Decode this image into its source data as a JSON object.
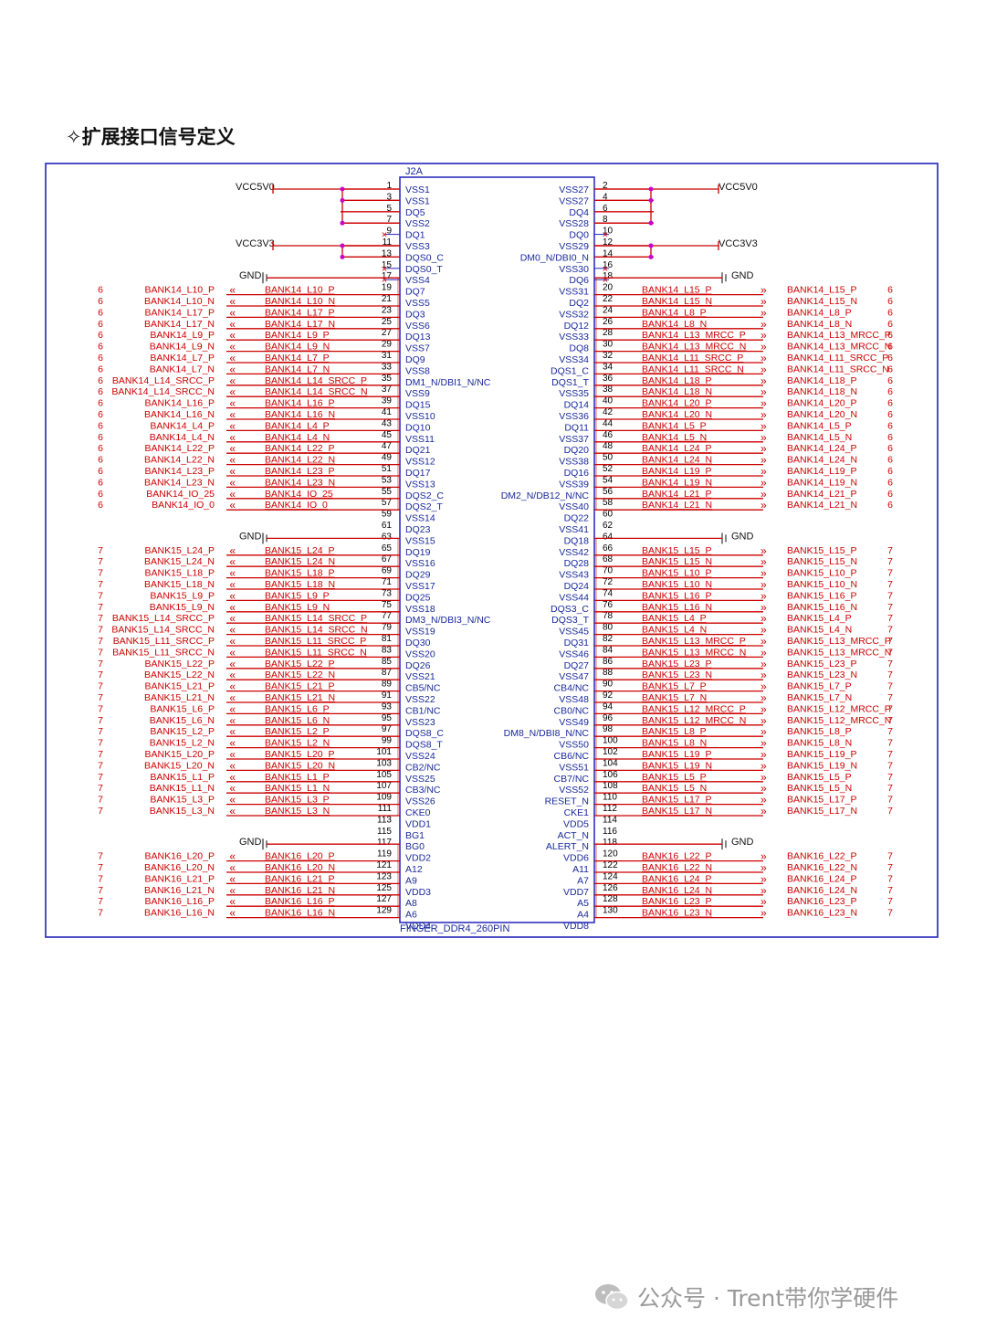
{
  "heading": "✧扩展接口信号定义",
  "watermark": "公众号 · Trent带你学硬件",
  "part": {
    "ref": "J2A",
    "name": "FINGER_DDR4_260PIN"
  },
  "colors": {
    "wire": "#cc0000",
    "body": "#2222bb",
    "pin_name": "#1a2a9a",
    "pin_num": "#000000",
    "net": "#cc0000",
    "frame": "#2222bb",
    "junction": "#cc00cc"
  },
  "power": {
    "vcc5": "VCC5V0",
    "vcc3": "VCC3V3",
    "gnd": "GND"
  },
  "left_pins": [
    [
      "1",
      "VSS1"
    ],
    [
      "3",
      "VSS1"
    ],
    [
      "5",
      "DQ5"
    ],
    [
      "7",
      "VSS2"
    ],
    [
      "9",
      "DQ1"
    ],
    [
      "11",
      "VSS3"
    ],
    [
      "13",
      "DQS0_C"
    ],
    [
      "15",
      "DQS0_T"
    ],
    [
      "17",
      "VSS4"
    ],
    [
      "19",
      "DQ7"
    ],
    [
      "21",
      "VSS5"
    ],
    [
      "23",
      "DQ3"
    ],
    [
      "25",
      "VSS6"
    ],
    [
      "27",
      "DQ13"
    ],
    [
      "29",
      "VSS7"
    ],
    [
      "31",
      "DQ9"
    ],
    [
      "33",
      "VSS8"
    ],
    [
      "35",
      "DM1_N/DBI1_N/NC"
    ],
    [
      "37",
      "VSS9"
    ],
    [
      "39",
      "DQ15"
    ],
    [
      "41",
      "VSS10"
    ],
    [
      "43",
      "DQ10"
    ],
    [
      "45",
      "VSS11"
    ],
    [
      "47",
      "DQ21"
    ],
    [
      "49",
      "VSS12"
    ],
    [
      "51",
      "DQ17"
    ],
    [
      "53",
      "VSS13"
    ],
    [
      "55",
      "DQS2_C"
    ],
    [
      "57",
      "DQS2_T"
    ],
    [
      "59",
      "VSS14"
    ],
    [
      "61",
      "DQ23"
    ],
    [
      "63",
      "VSS15"
    ],
    [
      "65",
      "DQ19"
    ],
    [
      "67",
      "VSS16"
    ],
    [
      "69",
      "DQ29"
    ],
    [
      "71",
      "VSS17"
    ],
    [
      "73",
      "DQ25"
    ],
    [
      "75",
      "VSS18"
    ],
    [
      "77",
      "DM3_N/DBI3_N/NC"
    ],
    [
      "79",
      "VSS19"
    ],
    [
      "81",
      "DQ30"
    ],
    [
      "83",
      "VSS20"
    ],
    [
      "85",
      "DQ26"
    ],
    [
      "87",
      "VSS21"
    ],
    [
      "89",
      "CB5/NC"
    ],
    [
      "91",
      "VSS22"
    ],
    [
      "93",
      "CB1/NC"
    ],
    [
      "95",
      "VSS23"
    ],
    [
      "97",
      "DQS8_C"
    ],
    [
      "99",
      "DQS8_T"
    ],
    [
      "101",
      "VSS24"
    ],
    [
      "103",
      "CB2/NC"
    ],
    [
      "105",
      "VSS25"
    ],
    [
      "107",
      "CB3/NC"
    ],
    [
      "109",
      "VSS26"
    ],
    [
      "111",
      "CKE0"
    ],
    [
      "113",
      "VDD1"
    ],
    [
      "115",
      "BG1"
    ],
    [
      "117",
      "BG0"
    ],
    [
      "119",
      "VDD2"
    ],
    [
      "121",
      "A12"
    ],
    [
      "123",
      "A9"
    ],
    [
      "125",
      "VDD3"
    ],
    [
      "127",
      "A8"
    ],
    [
      "129",
      "A6"
    ],
    [
      "",
      "VDD4"
    ]
  ],
  "right_pins": [
    [
      "2",
      "VSS27"
    ],
    [
      "4",
      "VSS27"
    ],
    [
      "6",
      "DQ4"
    ],
    [
      "8",
      "VSS28"
    ],
    [
      "10",
      "DQ0"
    ],
    [
      "12",
      "VSS29"
    ],
    [
      "14",
      "DM0_N/DBI0_N"
    ],
    [
      "16",
      "VSS30"
    ],
    [
      "18",
      "DQ6"
    ],
    [
      "20",
      "VSS31"
    ],
    [
      "22",
      "DQ2"
    ],
    [
      "24",
      "VSS32"
    ],
    [
      "26",
      "DQ12"
    ],
    [
      "28",
      "VSS33"
    ],
    [
      "30",
      "DQ8"
    ],
    [
      "32",
      "VSS34"
    ],
    [
      "34",
      "DQS1_C"
    ],
    [
      "36",
      "DQS1_T"
    ],
    [
      "38",
      "VSS35"
    ],
    [
      "40",
      "DQ14"
    ],
    [
      "42",
      "VSS36"
    ],
    [
      "44",
      "DQ11"
    ],
    [
      "46",
      "VSS37"
    ],
    [
      "48",
      "DQ20"
    ],
    [
      "50",
      "VSS38"
    ],
    [
      "52",
      "DQ16"
    ],
    [
      "54",
      "VSS39"
    ],
    [
      "56",
      "DM2_N/DB12_N/NC"
    ],
    [
      "58",
      "VSS40"
    ],
    [
      "60",
      "DQ22"
    ],
    [
      "62",
      "VSS41"
    ],
    [
      "64",
      "DQ18"
    ],
    [
      "66",
      "VSS42"
    ],
    [
      "68",
      "DQ28"
    ],
    [
      "70",
      "VSS43"
    ],
    [
      "72",
      "DQ24"
    ],
    [
      "74",
      "VSS44"
    ],
    [
      "76",
      "DQS3_C"
    ],
    [
      "78",
      "DQS3_T"
    ],
    [
      "80",
      "VSS45"
    ],
    [
      "82",
      "DQ31"
    ],
    [
      "84",
      "VSS46"
    ],
    [
      "86",
      "DQ27"
    ],
    [
      "88",
      "VSS47"
    ],
    [
      "90",
      "CB4/NC"
    ],
    [
      "92",
      "VSS48"
    ],
    [
      "94",
      "CB0/NC"
    ],
    [
      "96",
      "VSS49"
    ],
    [
      "98",
      "DM8_N/DBI8_N/NC"
    ],
    [
      "100",
      "VSS50"
    ],
    [
      "102",
      "CB6/NC"
    ],
    [
      "104",
      "VSS51"
    ],
    [
      "106",
      "CB7/NC"
    ],
    [
      "108",
      "VSS52"
    ],
    [
      "110",
      "RESET_N"
    ],
    [
      "112",
      "CKE1"
    ],
    [
      "114",
      "VDD5"
    ],
    [
      "116",
      "ACT_N"
    ],
    [
      "118",
      "ALERT_N"
    ],
    [
      "120",
      "VDD6"
    ],
    [
      "122",
      "A11"
    ],
    [
      "124",
      "A7"
    ],
    [
      "126",
      "VDD7"
    ],
    [
      "128",
      "A5"
    ],
    [
      "130",
      "A4"
    ],
    [
      "",
      "VDD8"
    ]
  ],
  "left_nets": [
    [
      "BANK14_L10_P",
      "6"
    ],
    [
      "BANK14_L10_N",
      "6"
    ],
    [
      "BANK14_L17_P",
      "6"
    ],
    [
      "BANK14_L17_N",
      "6"
    ],
    [
      "BANK14_L9_P",
      "6"
    ],
    [
      "BANK14_L9_N",
      "6"
    ],
    [
      "BANK14_L7_P",
      "6"
    ],
    [
      "BANK14_L7_N",
      "6"
    ],
    [
      "BANK14_L14_SRCC_P",
      "6"
    ],
    [
      "BANK14_L14_SRCC_N",
      "6"
    ],
    [
      "BANK14_L16_P",
      "6"
    ],
    [
      "BANK14_L16_N",
      "6"
    ],
    [
      "BANK14_L4_P",
      "6"
    ],
    [
      "BANK14_L4_N",
      "6"
    ],
    [
      "BANK14_L22_P",
      "6"
    ],
    [
      "BANK14_L22_N",
      "6"
    ],
    [
      "BANK14_L23_P",
      "6"
    ],
    [
      "BANK14_L23_N",
      "6"
    ],
    [
      "BANK14_IO_25",
      "6"
    ],
    [
      "BANK14_IO_0",
      "6"
    ],
    [
      "BANK15_L24_P",
      "7"
    ],
    [
      "BANK15_L24_N",
      "7"
    ],
    [
      "BANK15_L18_P",
      "7"
    ],
    [
      "BANK15_L18_N",
      "7"
    ],
    [
      "BANK15_L9_P",
      "7"
    ],
    [
      "BANK15_L9_N",
      "7"
    ],
    [
      "BANK15_L14_SRCC_P",
      "7"
    ],
    [
      "BANK15_L14_SRCC_N",
      "7"
    ],
    [
      "BANK15_L11_SRCC_P",
      "7"
    ],
    [
      "BANK15_L11_SRCC_N",
      "7"
    ],
    [
      "BANK15_L22_P",
      "7"
    ],
    [
      "BANK15_L22_N",
      "7"
    ],
    [
      "BANK15_L21_P",
      "7"
    ],
    [
      "BANK15_L21_N",
      "7"
    ],
    [
      "BANK15_L6_P",
      "7"
    ],
    [
      "BANK15_L6_N",
      "7"
    ],
    [
      "BANK15_L2_P",
      "7"
    ],
    [
      "BANK15_L2_N",
      "7"
    ],
    [
      "BANK15_L20_P",
      "7"
    ],
    [
      "BANK15_L20_N",
      "7"
    ],
    [
      "BANK15_L1_P",
      "7"
    ],
    [
      "BANK15_L1_N",
      "7"
    ],
    [
      "BANK15_L3_P",
      "7"
    ],
    [
      "BANK15_L3_N",
      "7"
    ],
    [
      "BANK16_L20_P",
      "7"
    ],
    [
      "BANK16_L20_N",
      "7"
    ],
    [
      "BANK16_L21_P",
      "7"
    ],
    [
      "BANK16_L21_N",
      "7"
    ],
    [
      "BANK16_L16_P",
      "7"
    ],
    [
      "BANK16_L16_N",
      "7"
    ]
  ],
  "right_nets": [
    [
      "BANK14_L15_P",
      "6"
    ],
    [
      "BANK14_L15_N",
      "6"
    ],
    [
      "BANK14_L8_P",
      "6"
    ],
    [
      "BANK14_L8_N",
      "6"
    ],
    [
      "BANK14_L13_MRCC_P",
      "6"
    ],
    [
      "BANK14_L13_MRCC_N",
      "6"
    ],
    [
      "BANK14_L11_SRCC_P",
      "6"
    ],
    [
      "BANK14_L11_SRCC_N",
      "6"
    ],
    [
      "BANK14_L18_P",
      "6"
    ],
    [
      "BANK14_L18_N",
      "6"
    ],
    [
      "BANK14_L20_P",
      "6"
    ],
    [
      "BANK14_L20_N",
      "6"
    ],
    [
      "BANK14_L5_P",
      "6"
    ],
    [
      "BANK14_L5_N",
      "6"
    ],
    [
      "BANK14_L24_P",
      "6"
    ],
    [
      "BANK14_L24_N",
      "6"
    ],
    [
      "BANK14_L19_P",
      "6"
    ],
    [
      "BANK14_L19_N",
      "6"
    ],
    [
      "BANK14_L21_P",
      "6"
    ],
    [
      "BANK14_L21_N",
      "6"
    ],
    [
      "BANK15_L15_P",
      "7"
    ],
    [
      "BANK15_L15_N",
      "7"
    ],
    [
      "BANK15_L10_P",
      "7"
    ],
    [
      "BANK15_L10_N",
      "7"
    ],
    [
      "BANK15_L16_P",
      "7"
    ],
    [
      "BANK15_L16_N",
      "7"
    ],
    [
      "BANK15_L4_P",
      "7"
    ],
    [
      "BANK15_L4_N",
      "7"
    ],
    [
      "BANK15_L13_MRCC_P",
      "7"
    ],
    [
      "BANK15_L13_MRCC_N",
      "7"
    ],
    [
      "BANK15_L23_P",
      "7"
    ],
    [
      "BANK15_L23_N",
      "7"
    ],
    [
      "BANK15_L7_P",
      "7"
    ],
    [
      "BANK15_L7_N",
      "7"
    ],
    [
      "BANK15_L12_MRCC_P",
      "7"
    ],
    [
      "BANK15_L12_MRCC_N",
      "7"
    ],
    [
      "BANK15_L8_P",
      "7"
    ],
    [
      "BANK15_L8_N",
      "7"
    ],
    [
      "BANK15_L19_P",
      "7"
    ],
    [
      "BANK15_L19_N",
      "7"
    ],
    [
      "BANK15_L5_P",
      "7"
    ],
    [
      "BANK15_L5_N",
      "7"
    ],
    [
      "BANK15_L17_P",
      "7"
    ],
    [
      "BANK15_L17_N",
      "7"
    ],
    [
      "BANK16_L22_P",
      "7"
    ],
    [
      "BANK16_L22_N",
      "7"
    ],
    [
      "BANK16_L24_P",
      "7"
    ],
    [
      "BANK16_L24_N",
      "7"
    ],
    [
      "BANK16_L23_P",
      "7"
    ],
    [
      "BANK16_L23_N",
      "7"
    ]
  ]
}
